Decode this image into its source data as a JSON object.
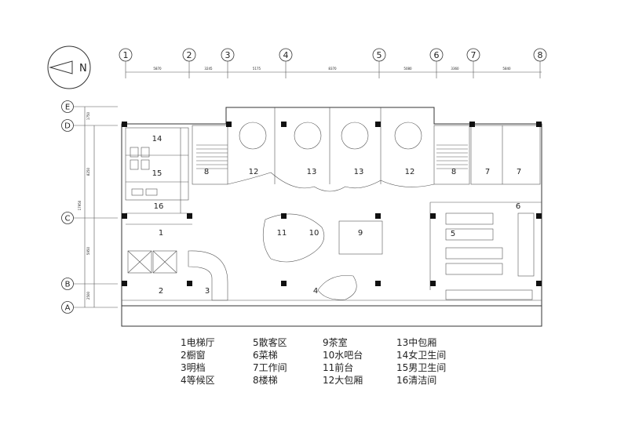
{
  "north_label": "N",
  "grid_columns": [
    "1",
    "2",
    "3",
    "4",
    "5",
    "6",
    "7",
    "8"
  ],
  "grid_rows": [
    "E",
    "D",
    "C",
    "B",
    "A"
  ],
  "column_dims": [
    "5870",
    "3245",
    "5175",
    "8370",
    "5080",
    "3360",
    "5840"
  ],
  "row_dims": [
    "1750",
    "8250",
    "5950",
    "2500"
  ],
  "row_total_dim": "17950",
  "room_numbers": [
    "1",
    "2",
    "3",
    "4",
    "5",
    "6",
    "7",
    "7",
    "8",
    "8",
    "9",
    "10",
    "11",
    "12",
    "12",
    "13",
    "13",
    "14",
    "15",
    "16"
  ],
  "legend": [
    "1电梯厅",
    "2橱窗",
    "3明档",
    "4等候区",
    "5散客区",
    "6菜梯",
    "7工作间",
    "8楼梯",
    "9茶室",
    "10水吧台",
    "11前台",
    "12大包厢",
    "13中包厢",
    "14女卫生间",
    "15男卫生间",
    "16清洁间"
  ]
}
